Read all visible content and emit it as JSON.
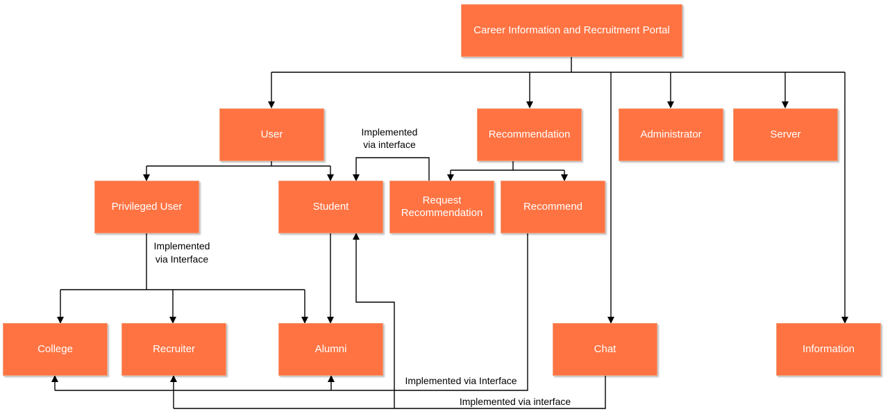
{
  "colors": {
    "node_fill": "#ff7342",
    "node_text": "#ffffff",
    "edge": "#000000"
  },
  "nodes": {
    "portal": "Career Information and Recruitment Portal",
    "user": "User",
    "recommendation": "Recommendation",
    "administrator": "Administrator",
    "server": "Server",
    "privileged_user": "Privileged User",
    "student": "Student",
    "request_recommendation": "Request Recommendation",
    "recommend": "Recommend",
    "college": "College",
    "recruiter": "Recruiter",
    "alumni": "Alumni",
    "chat": "Chat",
    "information": "Information"
  },
  "edge_labels": {
    "request_to_student_1": "Implemented",
    "request_to_student_2": "via interface",
    "privileged_1": "Implemented",
    "privileged_2": "via Interface",
    "recommend_link": "Implemented via Interface",
    "chat_link": "Implemented via interface"
  }
}
